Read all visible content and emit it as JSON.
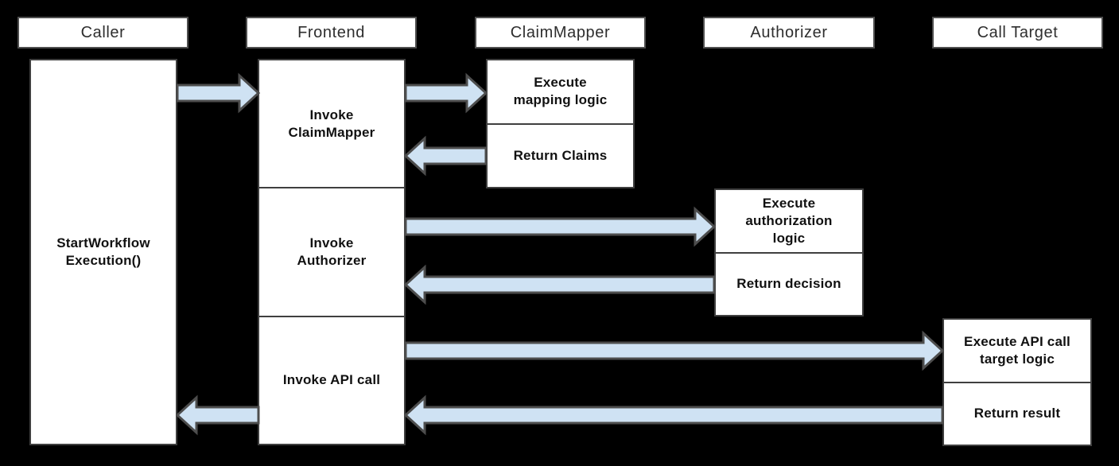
{
  "colors": {
    "background": "#000000",
    "box_fill": "#ffffff",
    "box_border": "#3f3f3f",
    "header_border": "#4f4f4f",
    "arrow_fill": "#cfe2f3",
    "arrow_stroke": "#4d4d4d",
    "text": "#111111",
    "header_text": "#2e2e2e"
  },
  "actors": [
    {
      "label": "Caller"
    },
    {
      "label": "Frontend"
    },
    {
      "label": "ClaimMapper"
    },
    {
      "label": "Authorizer"
    },
    {
      "label": "Call Target"
    }
  ],
  "lanes": {
    "caller": {
      "steps": [
        "StartWorkflow\nExecution()"
      ]
    },
    "frontend": {
      "steps": [
        "Invoke\nClaimMapper",
        "Invoke\nAuthorizer",
        "Invoke API call"
      ]
    },
    "claim_mapper": {
      "steps": [
        "Execute\nmapping logic",
        "Return Claims"
      ]
    },
    "authorizer": {
      "steps": [
        "Execute\nauthorization\nlogic",
        "Return decision"
      ]
    },
    "call_target": {
      "steps": [
        "Execute API call\ntarget logic",
        "Return result"
      ]
    }
  },
  "messages": [
    {
      "from": "Caller",
      "to": "Frontend"
    },
    {
      "from": "Frontend",
      "to": "ClaimMapper"
    },
    {
      "from": "ClaimMapper",
      "to": "Frontend"
    },
    {
      "from": "Frontend",
      "to": "Authorizer"
    },
    {
      "from": "Authorizer",
      "to": "Frontend"
    },
    {
      "from": "Frontend",
      "to": "Call Target"
    },
    {
      "from": "Call Target",
      "to": "Frontend"
    },
    {
      "from": "Frontend",
      "to": "Caller"
    }
  ]
}
